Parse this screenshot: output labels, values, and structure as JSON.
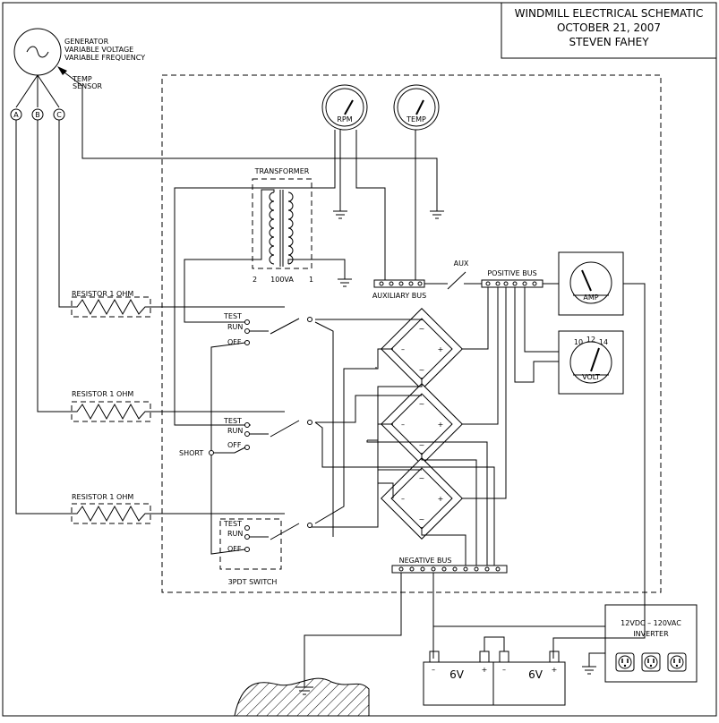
{
  "title_block": {
    "line1": "WINDMILL ELECTRICAL SCHEMATIC",
    "line2": "OCTOBER 21, 2007",
    "line3": "STEVEN FAHEY"
  },
  "generator": {
    "symbol": "~",
    "line1": "GENERATOR",
    "line2": "VARIABLE VOLTAGE",
    "line3": "VARIABLE FREQUENCY",
    "phase_a": "A",
    "phase_b": "B",
    "phase_c": "C"
  },
  "temp_sensor": {
    "line1": "TEMP",
    "line2": "SENSOR"
  },
  "gauges": {
    "rpm": "RPM",
    "temp": "TEMP"
  },
  "transformer": {
    "title": "TRANSFORMER",
    "pin_left": "2",
    "rating": "100VA",
    "pin_right": "1"
  },
  "auxiliary_bus": "AUXILIARY BUS",
  "aux_switch": "AUX",
  "positive_bus": "POSITIVE BUS",
  "negative_bus": "NEGATIVE BUS",
  "amp_meter": "AMP",
  "volt_meter": {
    "label": "VOLT",
    "scale_low": "10",
    "scale_mid": "12",
    "scale_high": "14"
  },
  "resistors": [
    "RESISTOR 1 OHM",
    "RESISTOR 1 OHM",
    "RESISTOR 1 OHM"
  ],
  "switch_positions": {
    "test": "TEST",
    "run": "RUN",
    "off": "OFF"
  },
  "short_label": "SHORT",
  "switch_title": "3PDT SWITCH",
  "rectifier": {
    "ac": "~",
    "minus": "–",
    "plus": "+"
  },
  "batteries": {
    "left": "6V",
    "right": "6V",
    "minus": "–",
    "plus": "+"
  },
  "inverter": {
    "line1": "12VDC – 120VAC",
    "line2": "INVERTER"
  }
}
